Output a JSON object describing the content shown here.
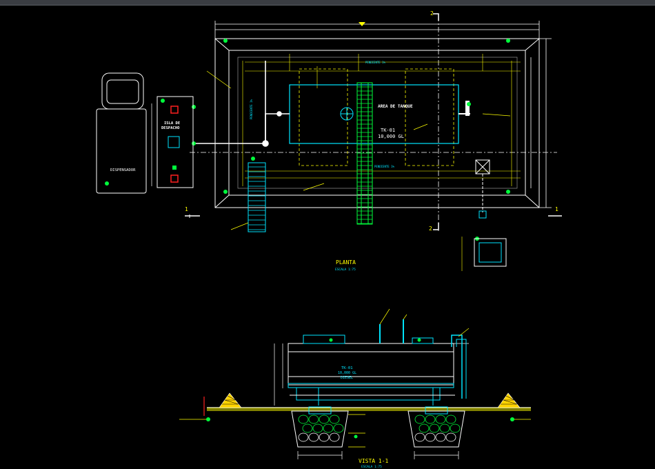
{
  "plan": {
    "title": "PLANTA",
    "scale": "ESCALA 1:75",
    "tank_area": "AREA DE TANQUE",
    "tank_id": "TK-01",
    "tank_capacity": "10,000 GL",
    "dispatch_island_line1": "ISLA DE",
    "dispatch_island_line2": "DESPACHO",
    "dispenser": "DISPENSADOR",
    "pendiente_top": "PENDIENTE 1%",
    "pendiente_bottom": "PENDIENTE 1%",
    "pendiente_left": "PENDIENTE 1%",
    "section_marker_1": "1",
    "section_marker_2": "2"
  },
  "section": {
    "title": "VISTA 1-1",
    "scale": "ESCALA 1:75",
    "tank_id": "TK-01",
    "tank_capacity": "10,000 GL",
    "tank_fuel": "DIESEL"
  },
  "colors": {
    "background": "#000000",
    "yellow": "#ffff00",
    "cyan": "#00e5ff",
    "green": "#00ff3c",
    "white": "#ffffff",
    "red": "#ff2020",
    "gray": "#b0b0b0"
  }
}
